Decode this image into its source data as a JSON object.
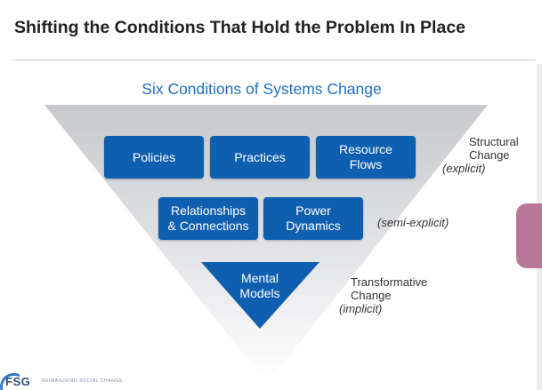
{
  "slide": {
    "title": "Shifting the Conditions That Hold the Problem In Place"
  },
  "diagram": {
    "title": "Six Conditions of Systems Change",
    "row1": [
      "Policies",
      "Practices",
      "Resource\nFlows"
    ],
    "row2": [
      "Relationships\n& Connections",
      "Power\nDynamics"
    ],
    "row3": "Mental\nModels",
    "levels": {
      "structural_title": "Structural\nChange",
      "structural_note": "(explicit)",
      "semi_note": "(semi-explicit)",
      "transformative_title": "Transformative\nChange",
      "transformative_note": "(implicit)"
    },
    "colors": {
      "box": "#0f5fb0",
      "title": "#1f6fbf",
      "funnel_top": "#c9cbcf",
      "funnel_bottom": "#ffffff"
    }
  },
  "footer": {
    "logo": "FSG",
    "tagline": "REIMAGINING SOCIAL CHANGE"
  }
}
